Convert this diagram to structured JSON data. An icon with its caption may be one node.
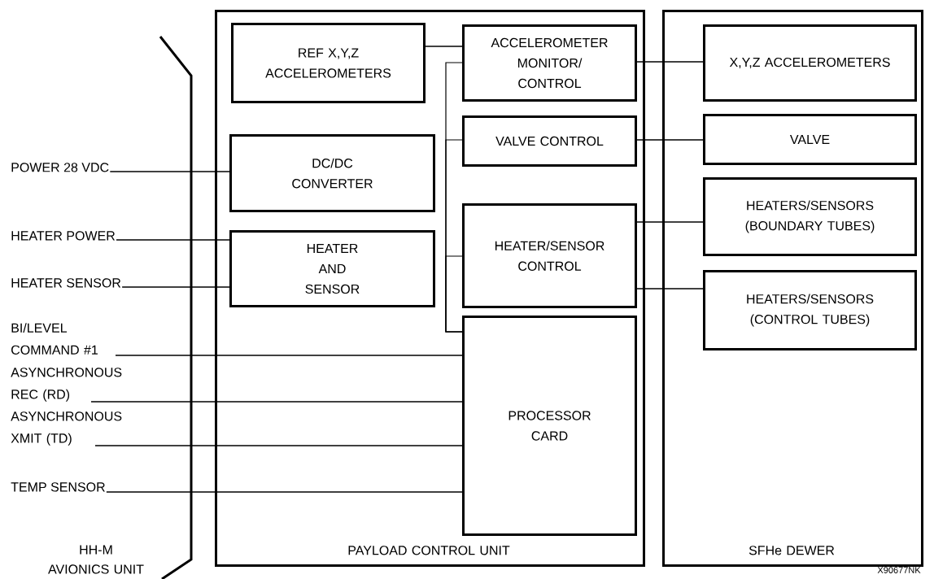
{
  "diagram": {
    "nodes": [
      {
        "text": [
          "PAYLOAD CONTROL UNIT"
        ]
      },
      {
        "text": [
          "SFHe DEWER"
        ]
      },
      {
        "text": [
          "REF X,Y,Z ACCELEROMETERS"
        ],
        "in": 0
      },
      {
        "text": [
          "ACCELEROMETER MONITOR/ CONTROL"
        ],
        "in": 0
      },
      {
        "text": [
          "DC/DC CONVERTER"
        ],
        "in": 0
      },
      {
        "text": [
          "VALVE CONTROL"
        ],
        "in": 0
      },
      {
        "text": [
          "HEATER AND SENSOR"
        ],
        "in": 0
      },
      {
        "text": [
          "HEATER/SENSOR CONTROL"
        ],
        "in": 0
      },
      {
        "text": [
          "PROCESSOR CARD"
        ],
        "in": 0
      },
      {
        "text": [
          "X,Y,Z ACCELEROMETERS"
        ],
        "in": 1
      },
      {
        "text": [
          "VALVE"
        ],
        "in": 1
      },
      {
        "text": [
          "HEATERS/SENSORS (BOUNDARY TUBES)"
        ],
        "in": 1
      },
      {
        "text": [
          "HEATERS/SENSORS (CONTROL TUBES)"
        ],
        "in": 1
      },
      {
        "text": [
          "POWER 28 VDC"
        ]
      },
      {
        "text": [
          "HEATER POWER"
        ]
      },
      {
        "text": [
          "HEATER SENSOR"
        ]
      },
      {
        "text": [
          "BI/LEVEL COMMAND #1"
        ]
      },
      {
        "text": [
          "ASYNCHRONOUS REC (RD)"
        ]
      },
      {
        "text": [
          "ASYNCHRONOUS XMIT (TD)"
        ]
      },
      {
        "text": [
          "TEMP SENSOR"
        ]
      }
    ],
    "edges": [
      {
        "from": 2,
        "to": 3,
        "arrow": "none"
      },
      {
        "from": 8,
        "to": 3,
        "arrow": "none"
      },
      {
        "from": 8,
        "to": 5,
        "arrow": "none"
      },
      {
        "from": 8,
        "to": 7,
        "arrow": "none"
      },
      {
        "from": 3,
        "to": 9,
        "arrow": "none"
      },
      {
        "from": 5,
        "to": 10,
        "arrow": "none"
      },
      {
        "from": 7,
        "to": 11,
        "arrow": "none"
      },
      {
        "from": 7,
        "to": 12,
        "arrow": "none"
      },
      {
        "from": 13,
        "to": 4,
        "arrow": "none"
      },
      {
        "from": 14,
        "to": 6,
        "arrow": "none"
      },
      {
        "from": 15,
        "to": 6,
        "arrow": "none"
      },
      {
        "from": 16,
        "to": 8,
        "arrow": "none"
      },
      {
        "from": 17,
        "to": 8,
        "arrow": "none"
      },
      {
        "from": 18,
        "to": 8,
        "arrow": "none"
      },
      {
        "from": 19,
        "to": 8,
        "arrow": "none"
      }
    ],
    "labels": [
      "HH-M AVIONICS UNIT",
      "X90677NK"
    ]
  }
}
